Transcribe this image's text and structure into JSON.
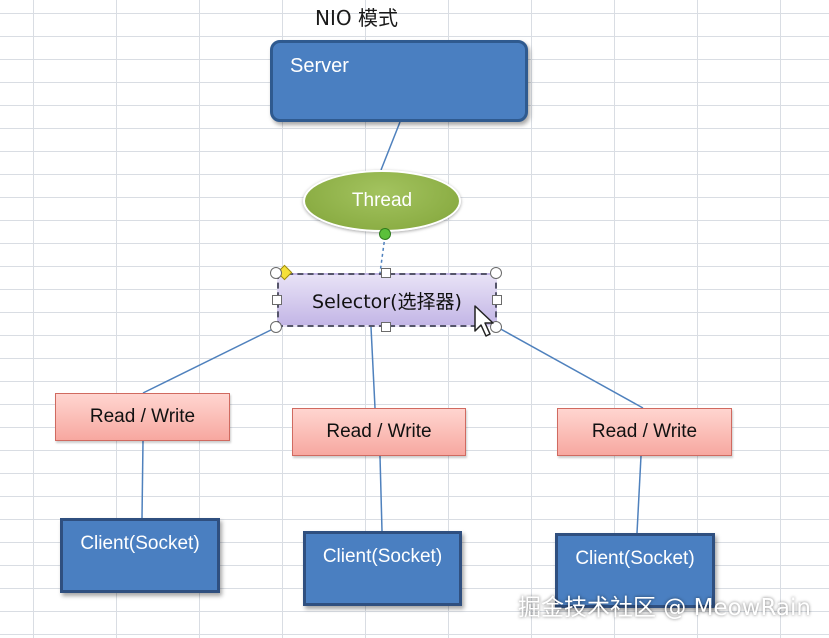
{
  "title": "NIO 模式",
  "nodes": {
    "server": "Server",
    "thread": "Thread",
    "selector": "Selector(选择器)",
    "read_write": [
      "Read / Write",
      "Read / Write",
      "Read / Write"
    ],
    "clients": [
      "Client(Socket)",
      "Client(Socket)",
      "Client(Socket)"
    ]
  },
  "watermark": "掘金技术社区 @ MeowRain",
  "colors": {
    "server_fill": "#4a7fc1",
    "thread_fill": "#8cae45",
    "selector_fill": "#cfc5ef",
    "read_write_fill": "#fbbab3",
    "client_fill": "#4a7fc1",
    "connector": "#4f81bd"
  }
}
